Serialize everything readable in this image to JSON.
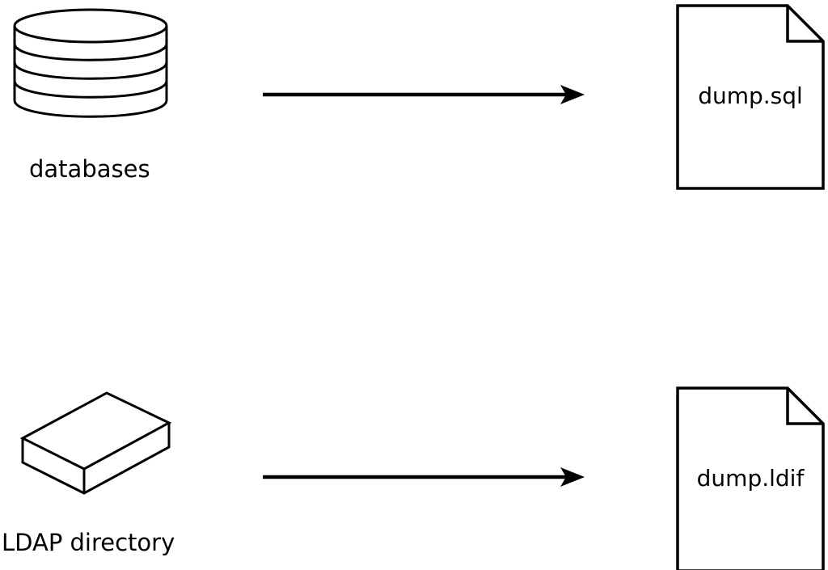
{
  "diagram": {
    "rows": [
      {
        "source_label": "databases",
        "source_icon": "database-cylinder-icon",
        "arrow_icon": "arrow-right-icon",
        "target_icon": "document-icon",
        "target_file": "dump.sql"
      },
      {
        "source_label": "LDAP directory",
        "source_icon": "box-icon",
        "arrow_icon": "arrow-right-icon",
        "target_icon": "document-icon",
        "target_file": "dump.ldif"
      }
    ]
  },
  "colors": {
    "stroke": "#000000",
    "background": "#ffffff"
  }
}
